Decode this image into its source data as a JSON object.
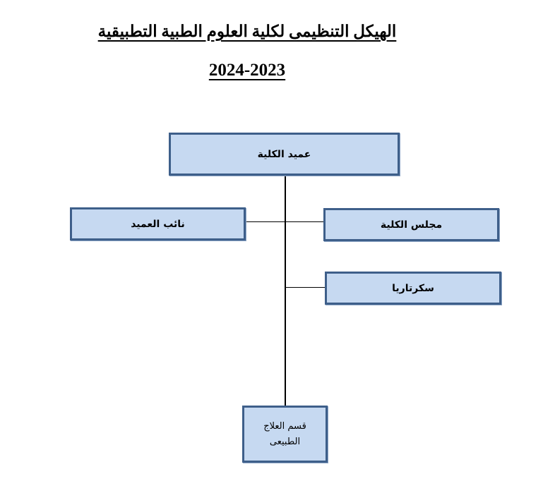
{
  "header": {
    "title": "الهيكل التنظيمى لكلية العلوم الطبية التطبيقية",
    "year": "2024-2023"
  },
  "org_chart": {
    "dean": "عميد الكلية",
    "vice_dean": "نائب العميد",
    "college_council": "مجلس الكلية",
    "secretariat": "سكرتاريا",
    "department": "قسم العلاج\nالطبيعى"
  },
  "colors": {
    "box_fill": "#c6d9f1",
    "box_border": "#3e5f8a",
    "connector": "#000000"
  }
}
